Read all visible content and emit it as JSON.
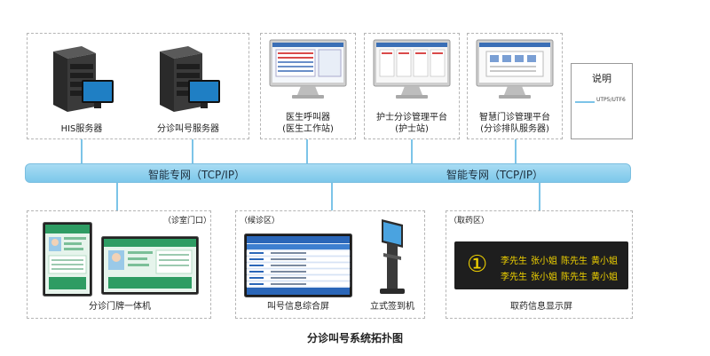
{
  "bus": {
    "label_left": "智能专网（TCP/IP）",
    "label_right": "智能专网（TCP/IP）"
  },
  "devices": {
    "his_server": "HIS服务器",
    "queue_server": "分诊叫号服务器",
    "doctor_caller": {
      "line1": "医生呼叫器",
      "line2": "(医生工作站)"
    },
    "nurse_platform": {
      "line1": "护士分诊管理平台",
      "line2": "(护士站)"
    },
    "smart_platform": {
      "line1": "智慧门诊管理平台",
      "line2": "(分诊排队服务器)"
    },
    "door_terminal": "分诊门牌一体机",
    "info_screen": "叫号信息综合屏",
    "kiosk": "立式签到机",
    "pharmacy_screen": "取药信息显示屏"
  },
  "zones": {
    "clinic_door": "（诊室门口）",
    "waiting_area": "（候诊区）",
    "pharmacy": "（取药区）"
  },
  "legend": {
    "title": "说明",
    "line_label": "UTP5/UTF6"
  },
  "pharmacy_display": {
    "number": "①",
    "rows": [
      [
        "李先生",
        "张小姐",
        "陈先生",
        "黄小姐"
      ],
      [
        "李先生",
        "张小姐",
        "陈先生",
        "黄小姐"
      ]
    ]
  },
  "caption": "分诊叫号系统拓扑图",
  "colors": {
    "bus": "#8ccfee",
    "display_bg": "#1e1e1e",
    "display_text": "#f0d200",
    "dash": "#b5b5b5"
  }
}
